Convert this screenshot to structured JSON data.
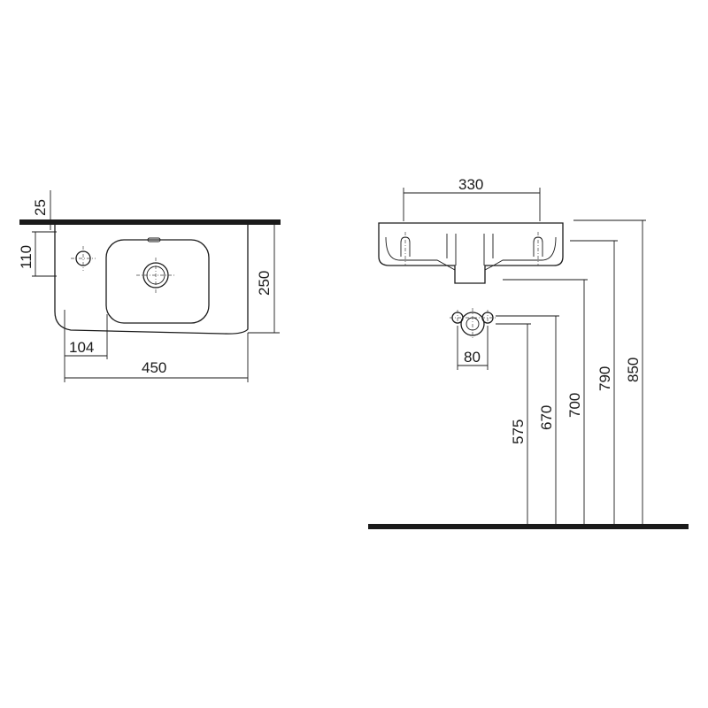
{
  "top_view": {
    "dimensions": {
      "countertop_thickness": "25",
      "tap_hole_offset": "110",
      "depth": "250",
      "bowl_offset": "104",
      "width": "450"
    }
  },
  "front_view": {
    "dimensions": {
      "bowl_width": "330",
      "trap_spacing": "80",
      "trap_height": "575",
      "waste_height": "670",
      "basin_bottom_height": "700",
      "overflow_height": "790",
      "rim_height": "850"
    }
  },
  "colors": {
    "line": "#1a1a1a",
    "background": "#ffffff"
  }
}
